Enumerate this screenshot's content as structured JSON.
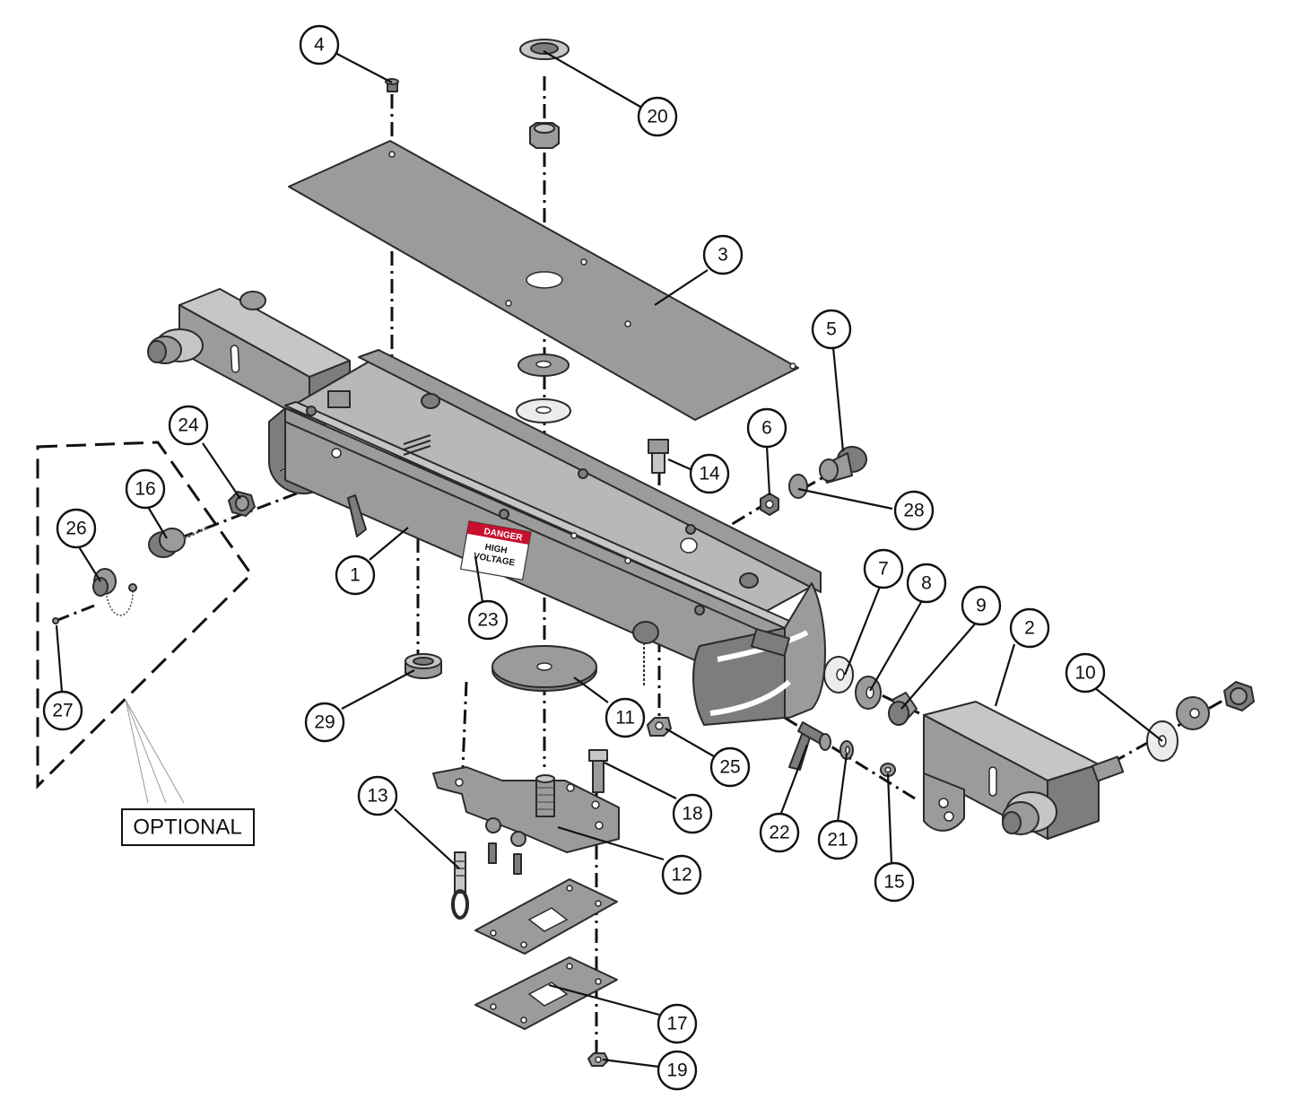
{
  "optional_label": "OPTIONAL",
  "warning_label": {
    "header": "DANGER",
    "line1": "HIGH",
    "line2": "VOLTAGE"
  },
  "callouts": [
    "1",
    "2",
    "3",
    "4",
    "5",
    "6",
    "7",
    "8",
    "9",
    "10",
    "11",
    "12",
    "13",
    "14",
    "15",
    "16",
    "17",
    "18",
    "19",
    "20",
    "21",
    "22",
    "23",
    "24",
    "25",
    "26",
    "27",
    "28",
    "29"
  ],
  "colors": {
    "metal": "#9b9b9b",
    "outline": "#2a2a2a",
    "danger_red": "#c8102e"
  }
}
